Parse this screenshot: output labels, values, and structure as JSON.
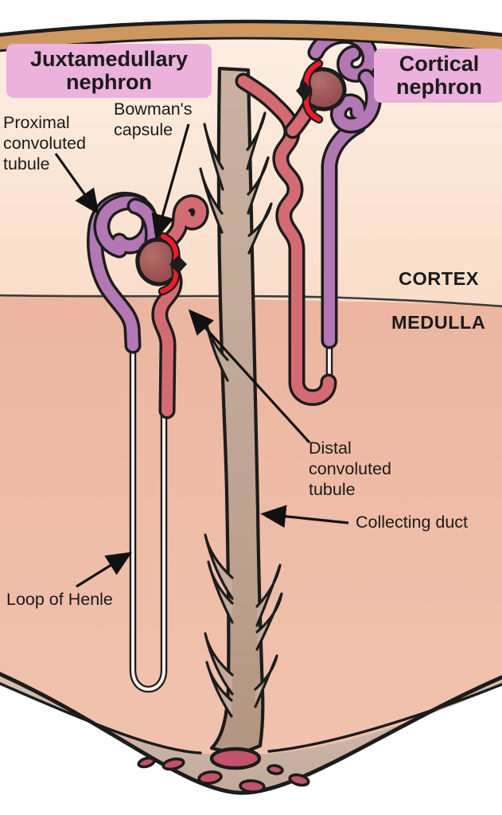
{
  "labels": {
    "juxtamedullary_nephron": "Juxtamedullary\nnephron",
    "cortical_nephron": "Cortical\nnephron",
    "proximal_convoluted_tubule": "Proximal\nconvoluted\ntubule",
    "bowmans_capsule": "Bowman's\ncapsule",
    "cortex": "CORTEX",
    "medulla": "MEDULLA",
    "distal_convoluted_tubule": "Distal\nconvoluted\ntubule",
    "collecting_duct": "Collecting duct",
    "loop_of_henle": "Loop of Henle"
  },
  "colors": {
    "label_highlight": "#ecb1dc",
    "cortex_bg": "#fbe3d1",
    "medulla_bg": "#edb8a2",
    "capsule_band": "#cf9760",
    "proximal_tubule": "#b377b4",
    "distal_tubule": "#d56b72",
    "glomerulus": "#9a5354",
    "vessel_red": "#ee1c2b",
    "collecting_duct": "#c3aa9b",
    "papilla_band": "#cdb6a8",
    "duct_opening": "#c2536a",
    "outline": "#1c1c1c",
    "text": "#1a1a1a"
  }
}
